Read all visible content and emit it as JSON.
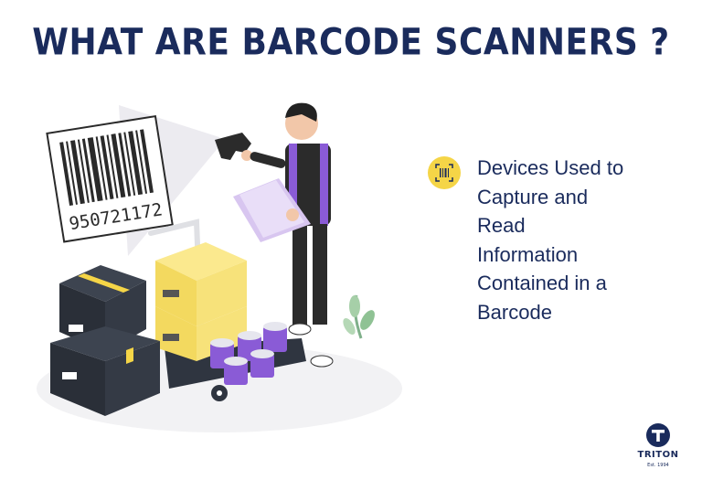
{
  "title": "WHAT ARE BARCODE SCANNERS ?",
  "barcode_number": "950721172",
  "feature": {
    "icon": "barcode-icon",
    "lines": [
      "Devices Used to",
      "Capture and",
      "Read",
      "Information",
      "Contained in a",
      "Barcode"
    ]
  },
  "logo": {
    "name": "TRITON",
    "tagline": "Est. 1994"
  },
  "colors": {
    "navy": "#1a2b5c",
    "accent_yellow": "#f5d547",
    "accent_purple": "#8a5bd6",
    "box_dark": "#2f3540",
    "box_yellow": "#f7e27a"
  }
}
